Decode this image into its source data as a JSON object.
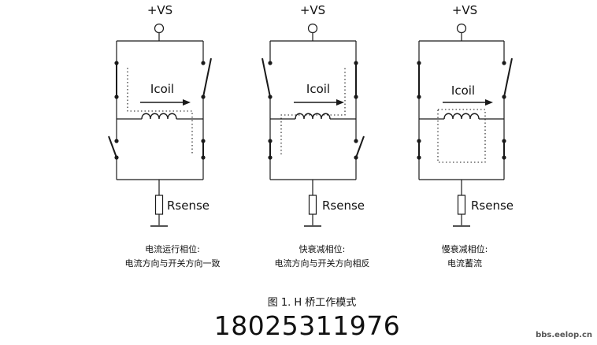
{
  "circuits": [
    {
      "supply_label": "+VS",
      "current_label": "Icoil",
      "sense_label": "Rsense",
      "caption_line1": "电流运行相位:",
      "caption_line2": "电流方向与开关方向一致"
    },
    {
      "supply_label": "+VS",
      "current_label": "Icoil",
      "sense_label": "Rsense",
      "caption_line1": "快衰减相位:",
      "caption_line2": "电流方向与开关方向相反"
    },
    {
      "supply_label": "+VS",
      "current_label": "Icoil",
      "sense_label": "Rsense",
      "caption_line1": "慢衰减相位:",
      "caption_line2": "电流蓄流"
    }
  ],
  "figure_caption": "图 1. H 桥工作模式",
  "phone_number": "18025311976",
  "watermark": "bbs.eelop.cn",
  "colors": {
    "line": "#1a1a1a",
    "background": "#ffffff"
  }
}
